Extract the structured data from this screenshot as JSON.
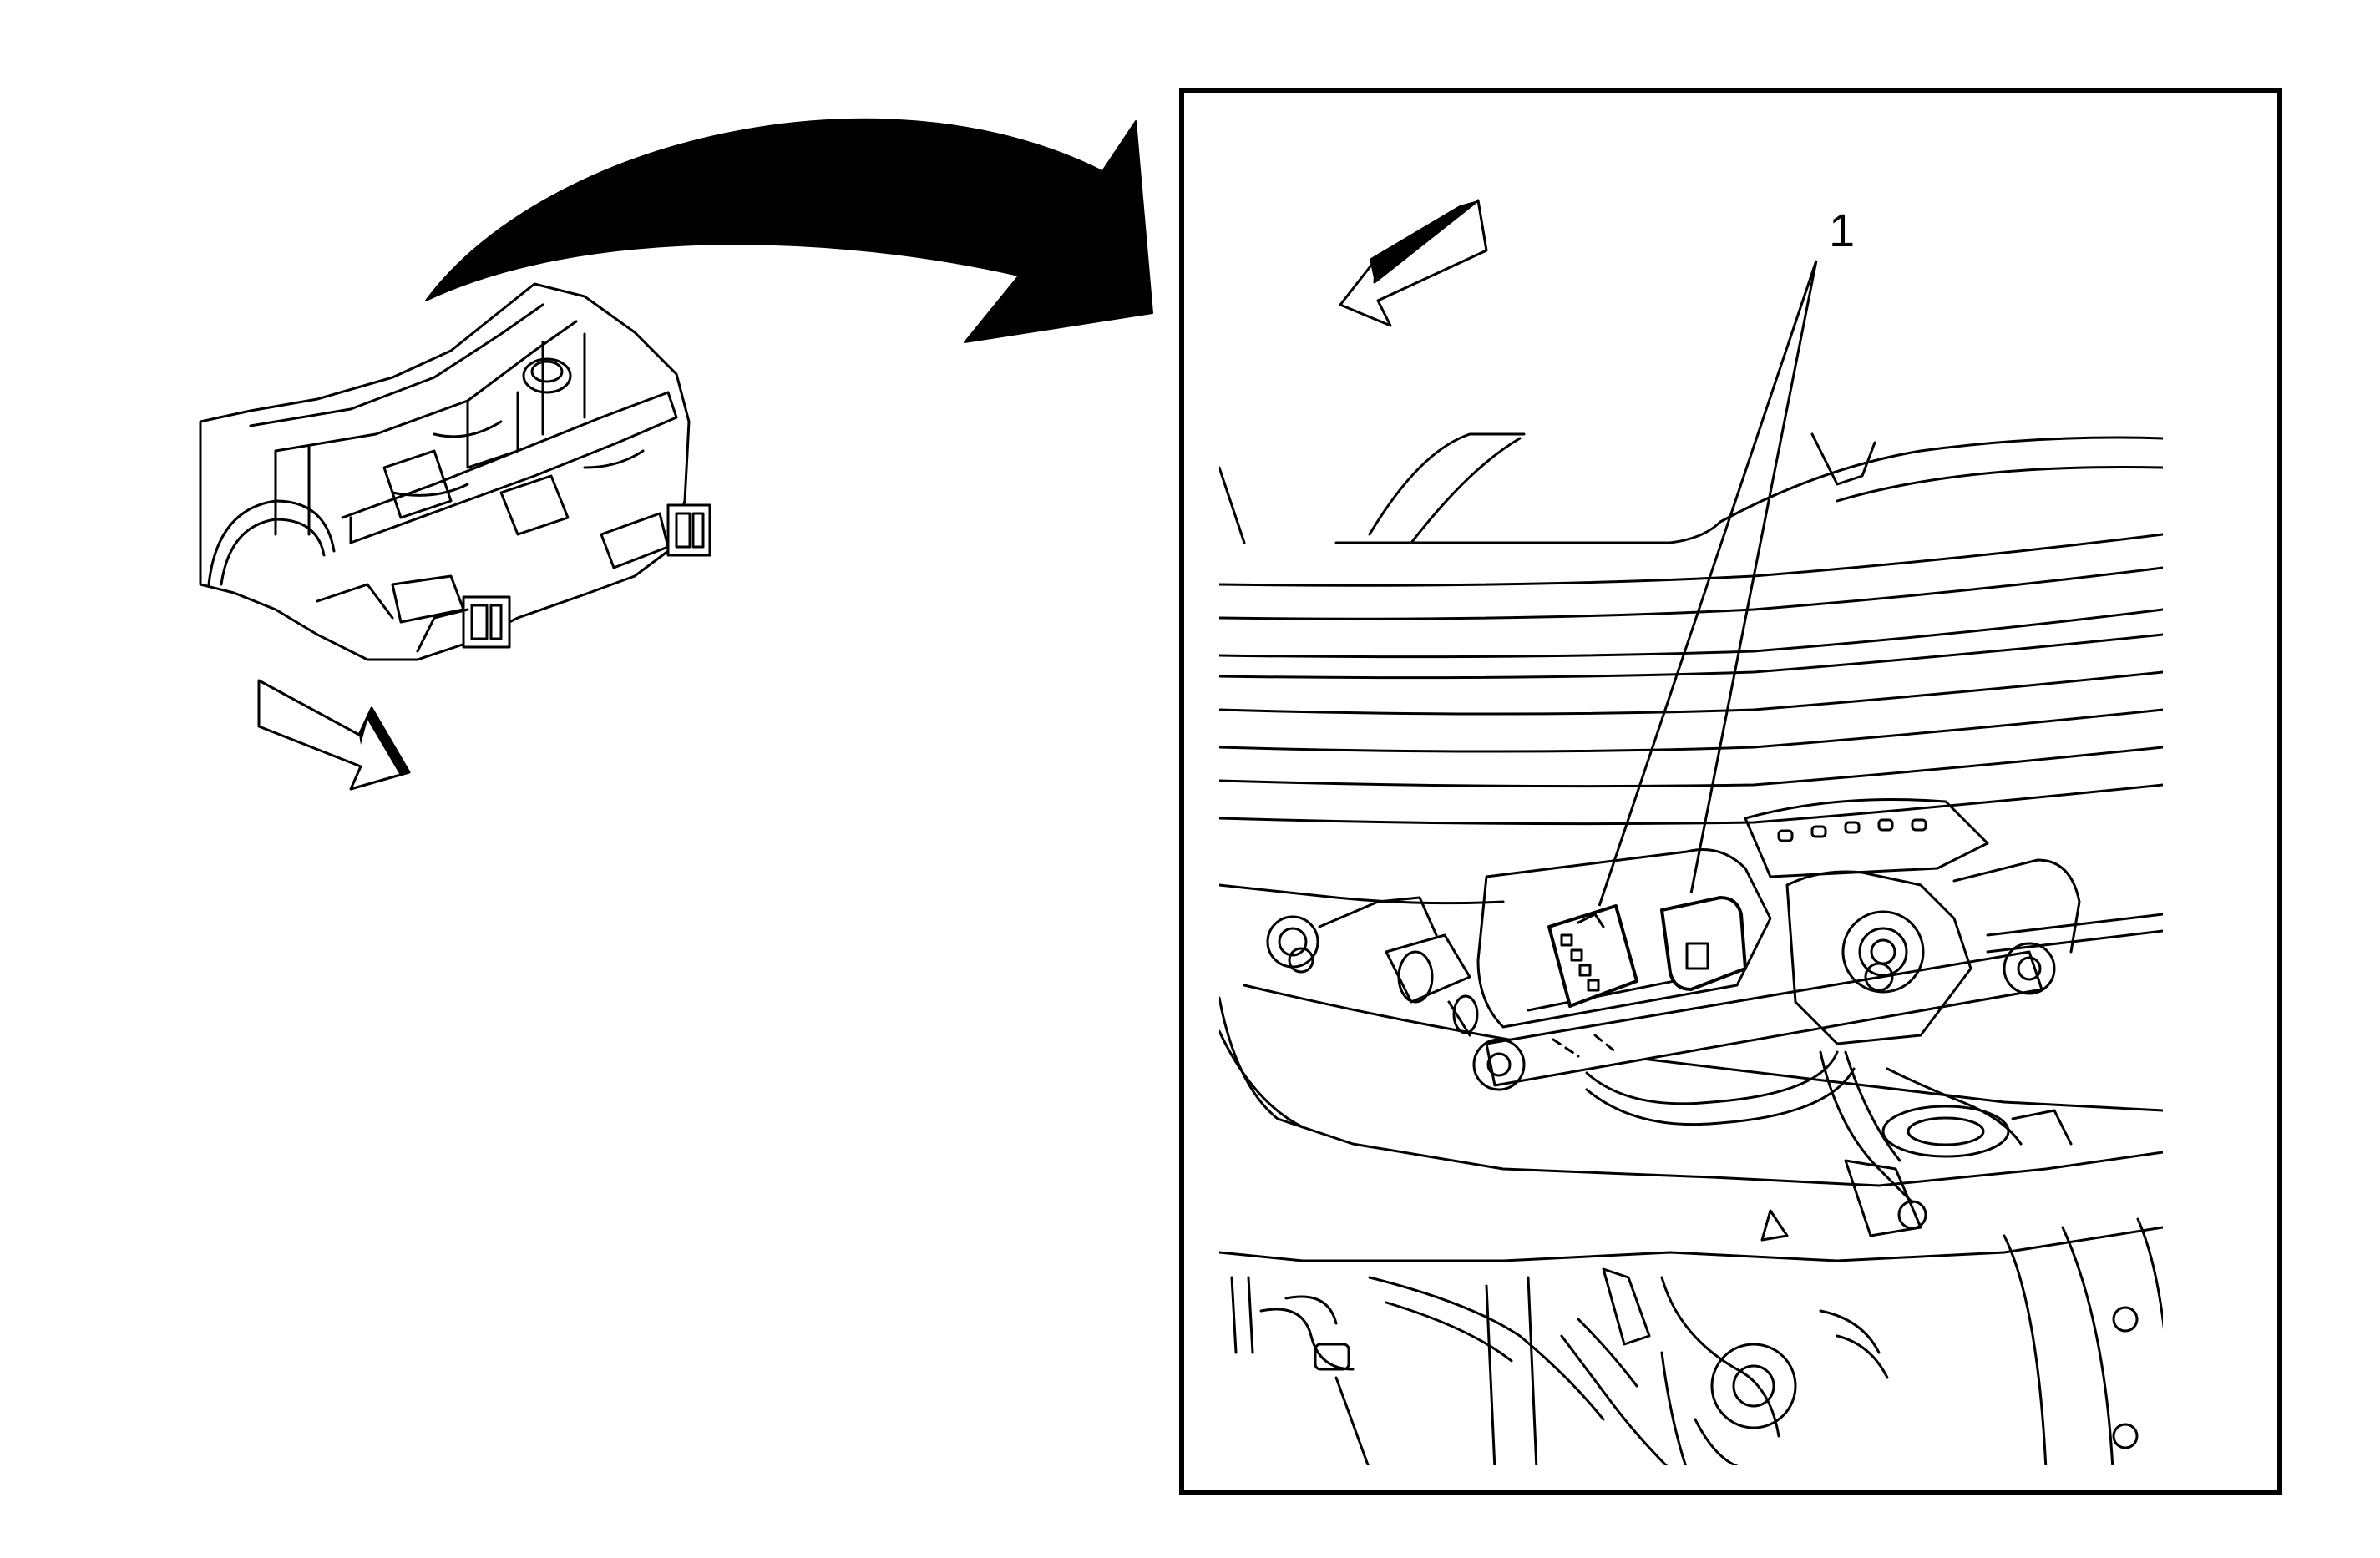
{
  "figure": {
    "callouts": [
      {
        "label": "1"
      }
    ]
  },
  "colors": {
    "ink": "#000000",
    "paper": "#ffffff"
  },
  "icons": {
    "overview": "vehicle-front-frame-overview",
    "pointer": "curved-pointer-arrow",
    "orientation": "forward-direction-arrow",
    "detail": "harness-connector-detail"
  }
}
